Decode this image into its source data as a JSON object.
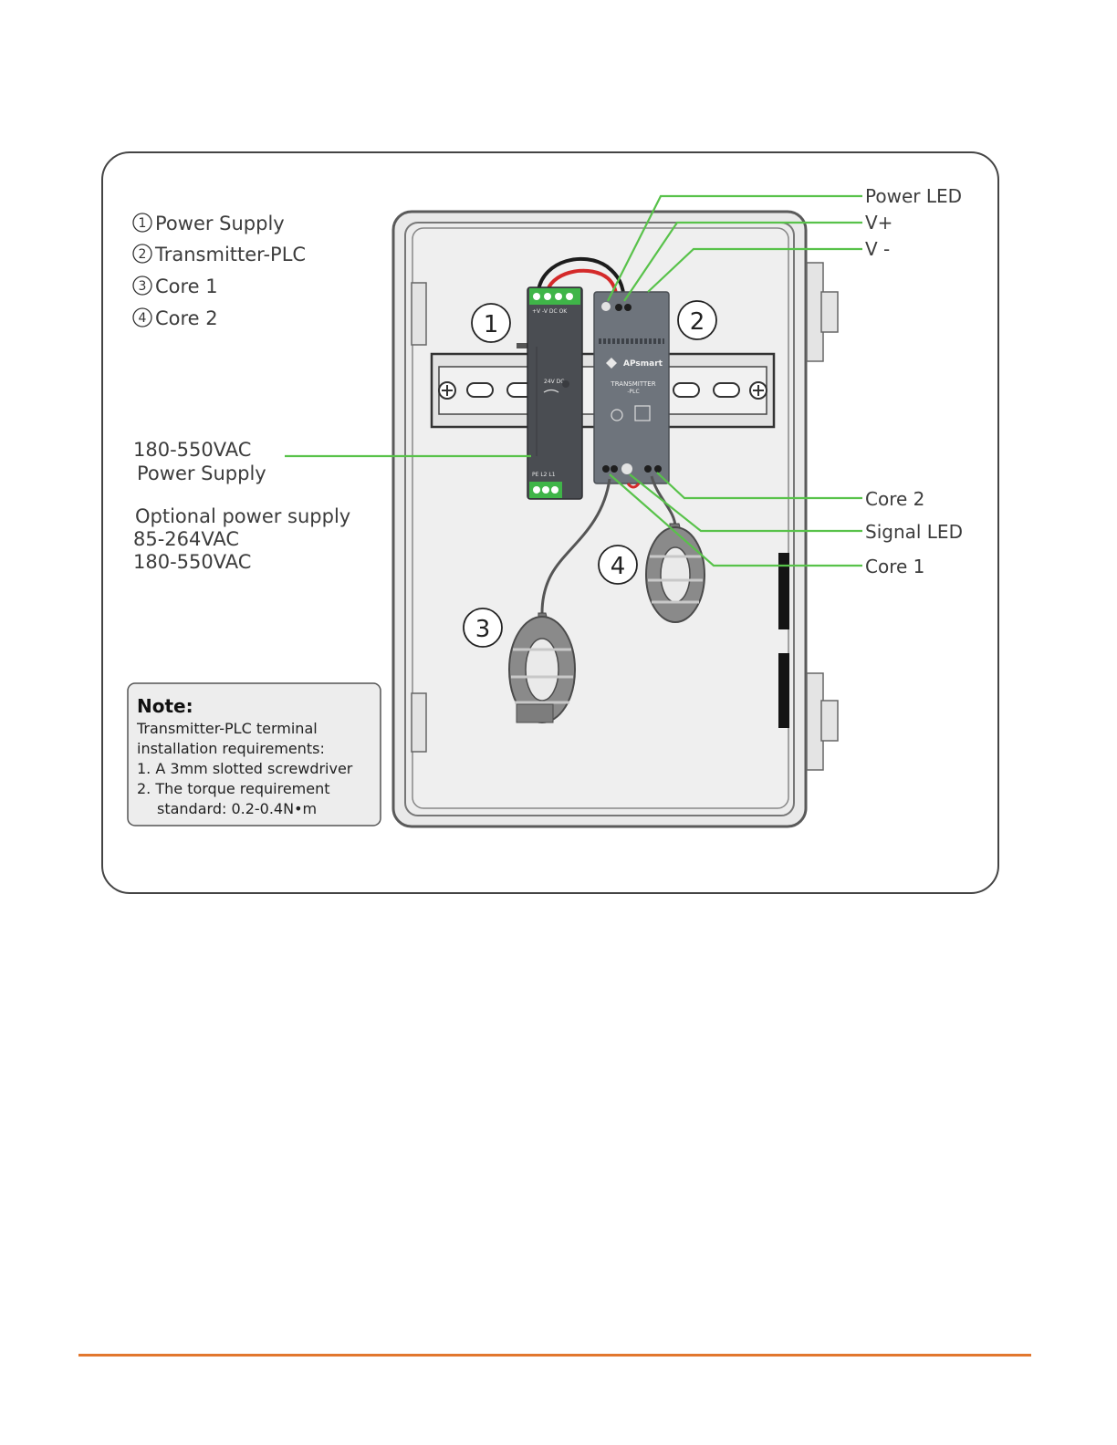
{
  "legend": [
    {
      "num": "1",
      "label": "Power Supply"
    },
    {
      "num": "2",
      "label": "Transmitter-PLC"
    },
    {
      "num": "3",
      "label": "Core 1"
    },
    {
      "num": "4",
      "label": "Core 2"
    }
  ],
  "supply_label": {
    "line1": "180-550VAC",
    "line2": "Power Supply"
  },
  "optional_supply": {
    "line1": "Optional power supply",
    "line2": "85-264VAC",
    "line3": "180-550VAC"
  },
  "note": {
    "title": "Note:",
    "lines": [
      "Transmitter-PLC terminal",
      "installation requirements:",
      "1. A 3mm slotted screwdriver",
      "2. The torque requirement",
      "standard: 0.2-0.4N•m"
    ]
  },
  "callouts": {
    "power_led": "Power LED",
    "v_plus": "V+",
    "v_minus": "V -",
    "core2": "Core 2",
    "signal_led": "Signal LED",
    "core1": "Core 1"
  },
  "markers": {
    "m1": "1",
    "m2": "2",
    "m3": "3",
    "m4": "4"
  },
  "device": {
    "brand": "APsmart",
    "model_line1": "TRANSMITTER",
    "model_line2": "-PLC",
    "psu_top_terminal": "+V -V DC OK",
    "psu_bottom_terminal": "PE L2 L1",
    "psu_face": "24V DC"
  },
  "colors": {
    "leader": "#58c24a",
    "footer_rule": "#e2772e",
    "wire_red": "#d42a2a",
    "wire_black": "#1c1c1c",
    "terminal_green": "#3fb548"
  }
}
